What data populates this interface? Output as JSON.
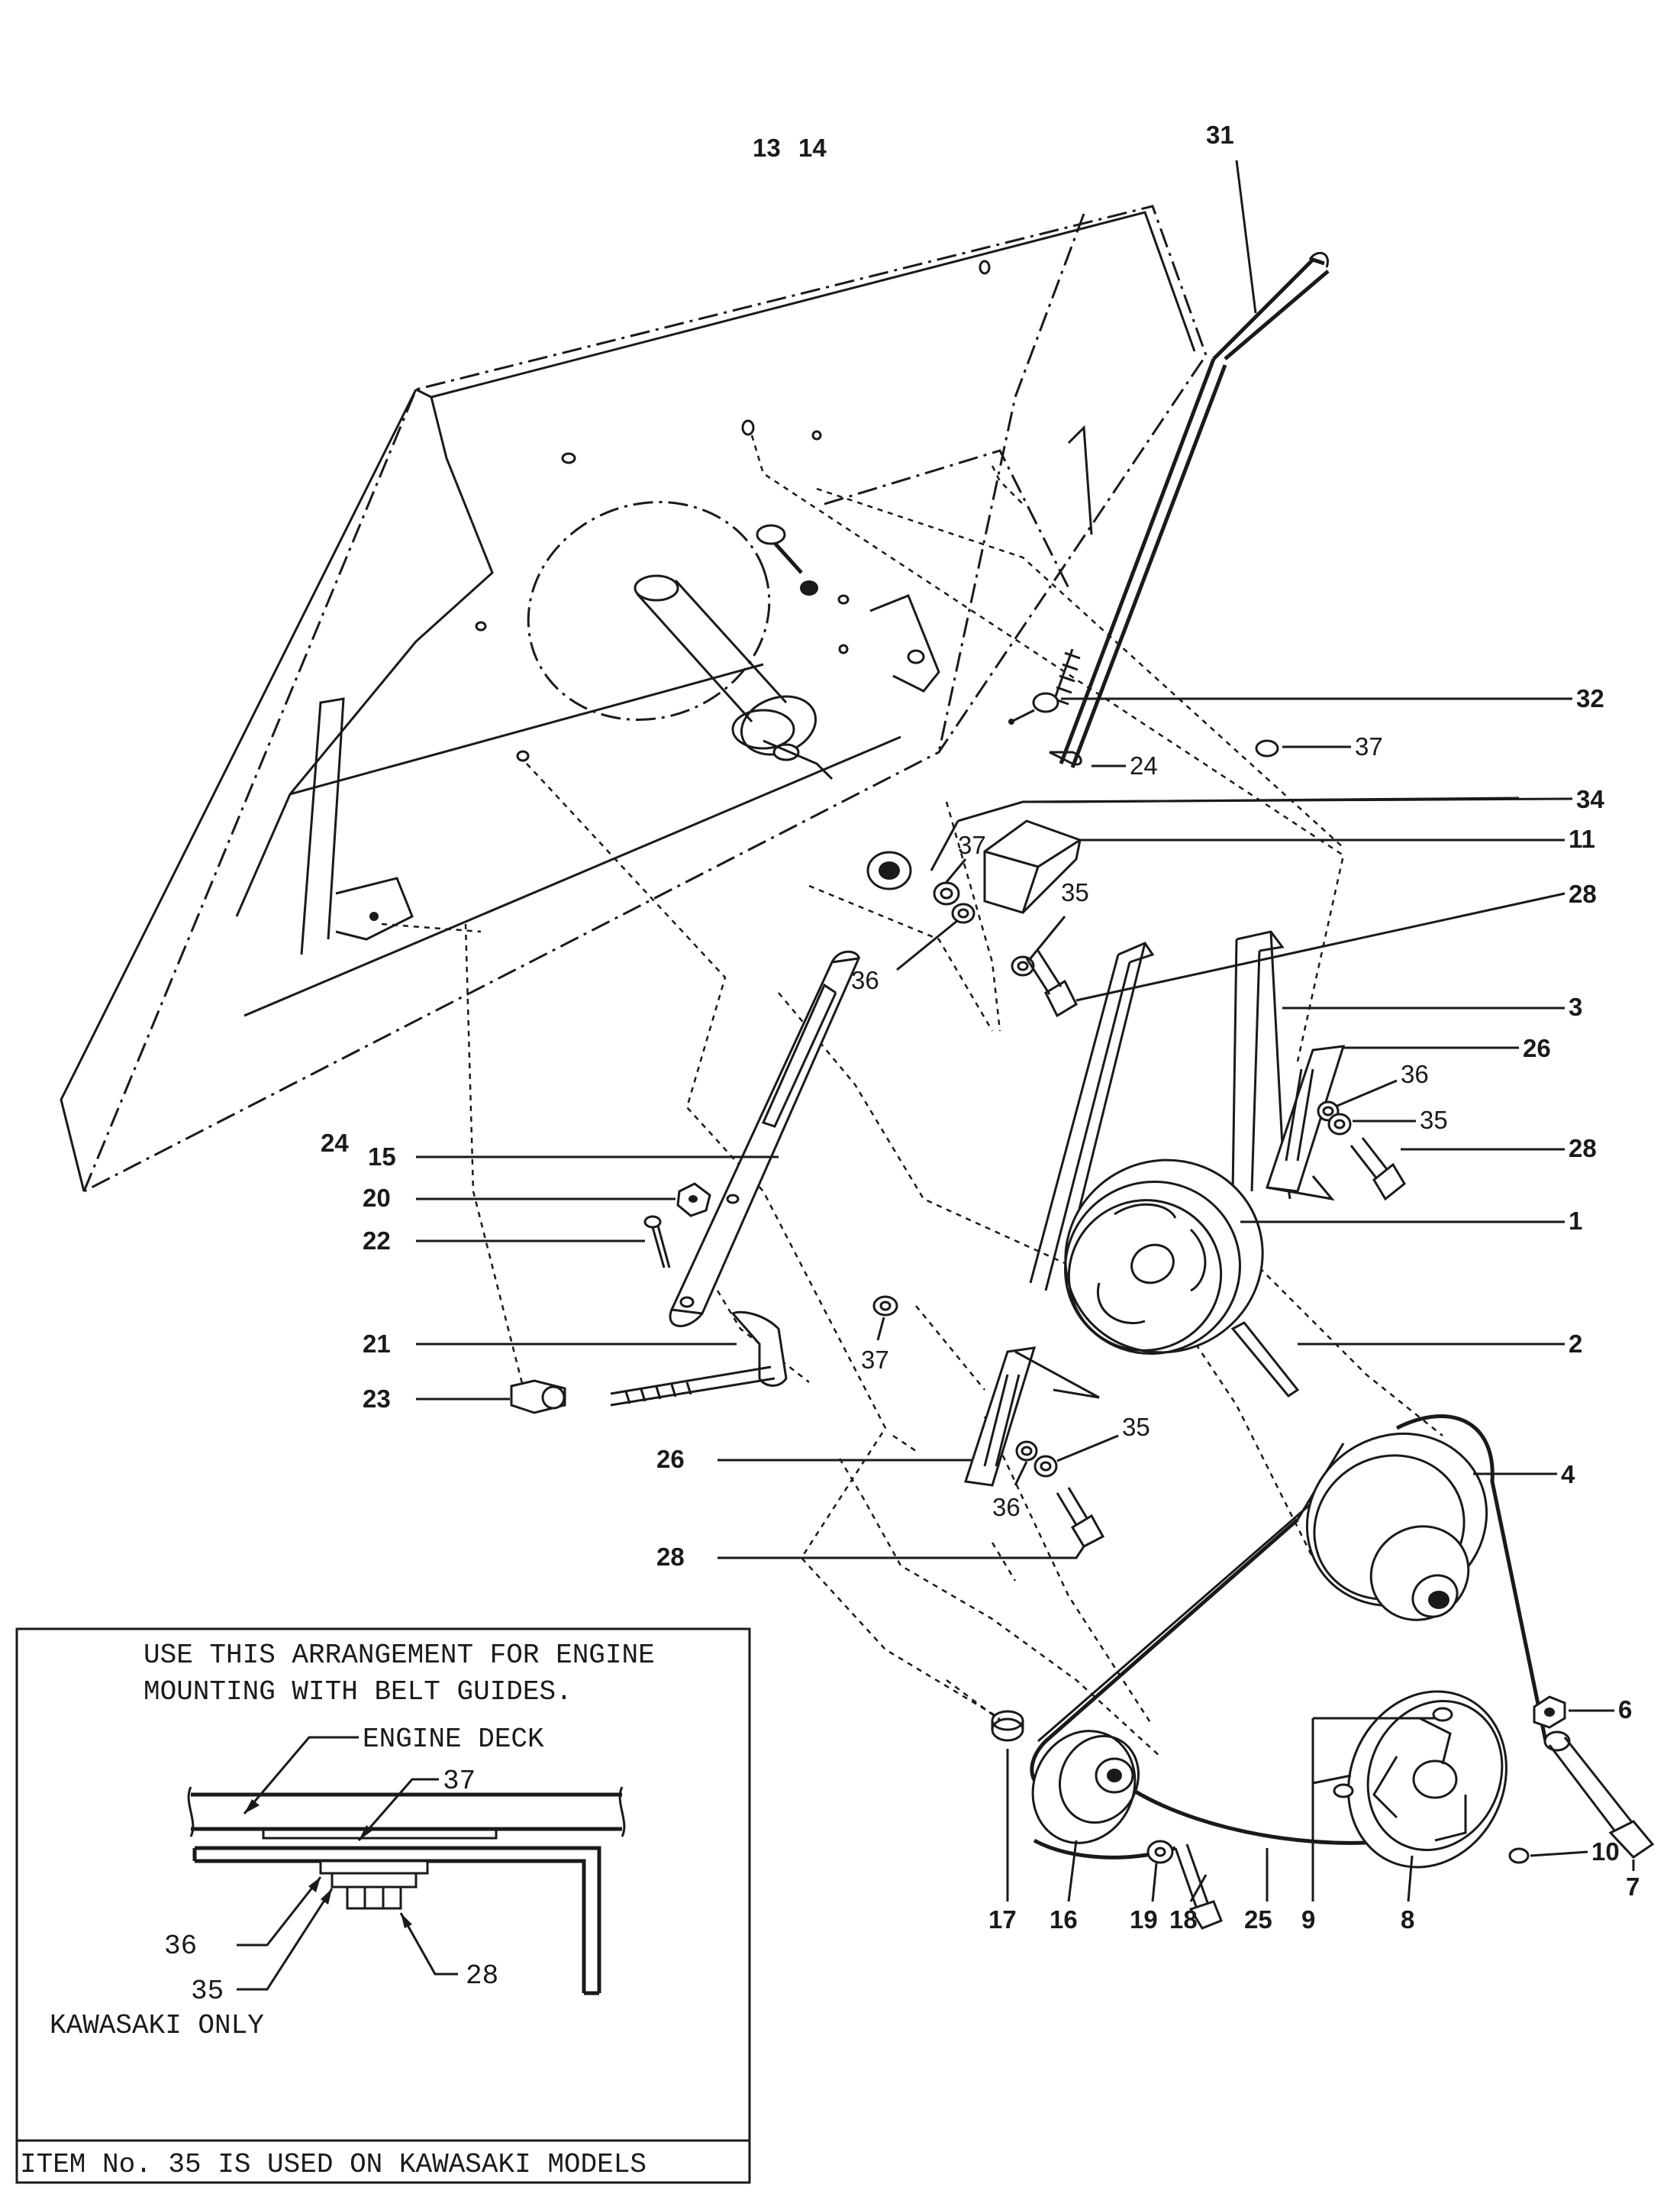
{
  "callouts": [
    {
      "id": "c13",
      "text": "13"
    },
    {
      "id": "c14",
      "text": "14"
    },
    {
      "id": "c31",
      "text": "31"
    },
    {
      "id": "c32",
      "text": "32"
    },
    {
      "id": "c37a",
      "text": "37"
    },
    {
      "id": "c24a",
      "text": "24"
    },
    {
      "id": "c34",
      "text": "34"
    },
    {
      "id": "c11",
      "text": "11"
    },
    {
      "id": "c37b",
      "text": "37"
    },
    {
      "id": "c35a",
      "text": "35"
    },
    {
      "id": "c28a",
      "text": "28"
    },
    {
      "id": "c36a",
      "text": "36"
    },
    {
      "id": "c3",
      "text": "3"
    },
    {
      "id": "c26a",
      "text": "26"
    },
    {
      "id": "c36b",
      "text": "36"
    },
    {
      "id": "c35b",
      "text": "35"
    },
    {
      "id": "c28b",
      "text": "28"
    },
    {
      "id": "c24b",
      "text": "24"
    },
    {
      "id": "c15",
      "text": "15"
    },
    {
      "id": "c20",
      "text": "20"
    },
    {
      "id": "c22",
      "text": "22"
    },
    {
      "id": "c1",
      "text": "1"
    },
    {
      "id": "c21",
      "text": "21"
    },
    {
      "id": "c2",
      "text": "2"
    },
    {
      "id": "c37c",
      "text": "37"
    },
    {
      "id": "c23",
      "text": "23"
    },
    {
      "id": "c35c",
      "text": "35"
    },
    {
      "id": "c26b",
      "text": "26"
    },
    {
      "id": "c36c",
      "text": "36"
    },
    {
      "id": "c4",
      "text": "4"
    },
    {
      "id": "c28c",
      "text": "28"
    },
    {
      "id": "c6",
      "text": "6"
    },
    {
      "id": "c7",
      "text": "7"
    },
    {
      "id": "c10",
      "text": "10"
    },
    {
      "id": "c17",
      "text": "17"
    },
    {
      "id": "c16",
      "text": "16"
    },
    {
      "id": "c19",
      "text": "19"
    },
    {
      "id": "c18",
      "text": "18"
    },
    {
      "id": "c25",
      "text": "25"
    },
    {
      "id": "c9",
      "text": "9"
    },
    {
      "id": "c8",
      "text": "8"
    }
  ],
  "inset": {
    "line1": "USE THIS ARRANGEMENT FOR ENGINE",
    "line2": "MOUNTING WITH BELT GUIDES.",
    "engine_deck": "ENGINE DECK",
    "label37": "37",
    "label36": "36",
    "label28": "28",
    "label35": "35",
    "kawasaki_only": "KAWASAKI ONLY",
    "footer": "ITEM No. 35 IS USED ON KAWASAKI MODELS"
  }
}
